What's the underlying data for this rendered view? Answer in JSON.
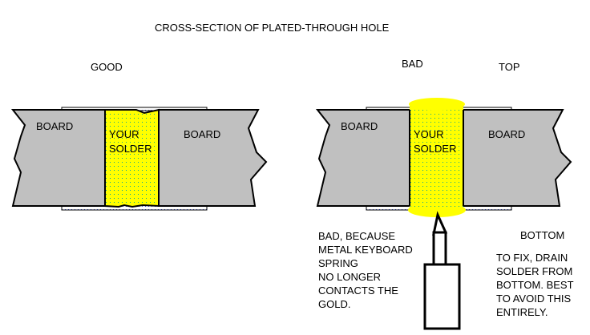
{
  "title": "CROSS-SECTION OF PLATED-THROUGH HOLE",
  "good": {
    "label": "GOOD",
    "board_left": "BOARD",
    "board_right": "BOARD",
    "solder_line1": "YOUR",
    "solder_line2": "SOLDER"
  },
  "bad": {
    "label": "BAD",
    "top_label": "TOP",
    "bottom_label": "BOTTOM",
    "board_left": "BOARD",
    "board_right": "BOARD",
    "solder_line1": "YOUR",
    "solder_line2": "SOLDER",
    "reason_lines": [
      "BAD, BECAUSE",
      "METAL KEYBOARD",
      "SPRING",
      "NO LONGER",
      "CONTACTS THE",
      "GOLD."
    ],
    "fix_lines": [
      "TO FIX, DRAIN",
      "SOLDER FROM",
      "BOTTOM. BEST",
      "TO AVOID THIS",
      "ENTIRELY."
    ]
  },
  "colors": {
    "board": "#c0c0c0",
    "solder": "#ffff00",
    "plating": "#e8f4ff"
  }
}
